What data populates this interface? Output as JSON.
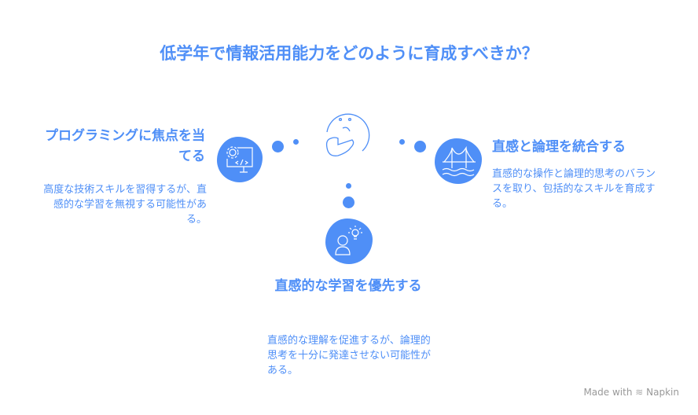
{
  "title": "低学年で情報活用能力をどのように育成すべきか？",
  "left": {
    "heading": "プログラミングに焦点を当てる",
    "description": "高度な技術スキルを習得するが、直感的な学習を無視する可能性がある。",
    "icon": "computer-gear-code-icon"
  },
  "right": {
    "heading": "直感と論理を統合する",
    "description": "直感的な操作と論理的思考のバランスを取り、包括的なスキルを育成する。",
    "icon": "bridge-icon"
  },
  "bottom": {
    "heading": "直感的な学習を優先する",
    "description": "直感的な理解を促進するが、論理的思考を十分に発達させない可能性がある。",
    "icon": "person-lightbulb-icon"
  },
  "center_icon": "thinking-face-icon",
  "footer": {
    "made_with": "Made with",
    "brand": "Napkin"
  },
  "colors": {
    "accent": "#4f8ff7"
  }
}
